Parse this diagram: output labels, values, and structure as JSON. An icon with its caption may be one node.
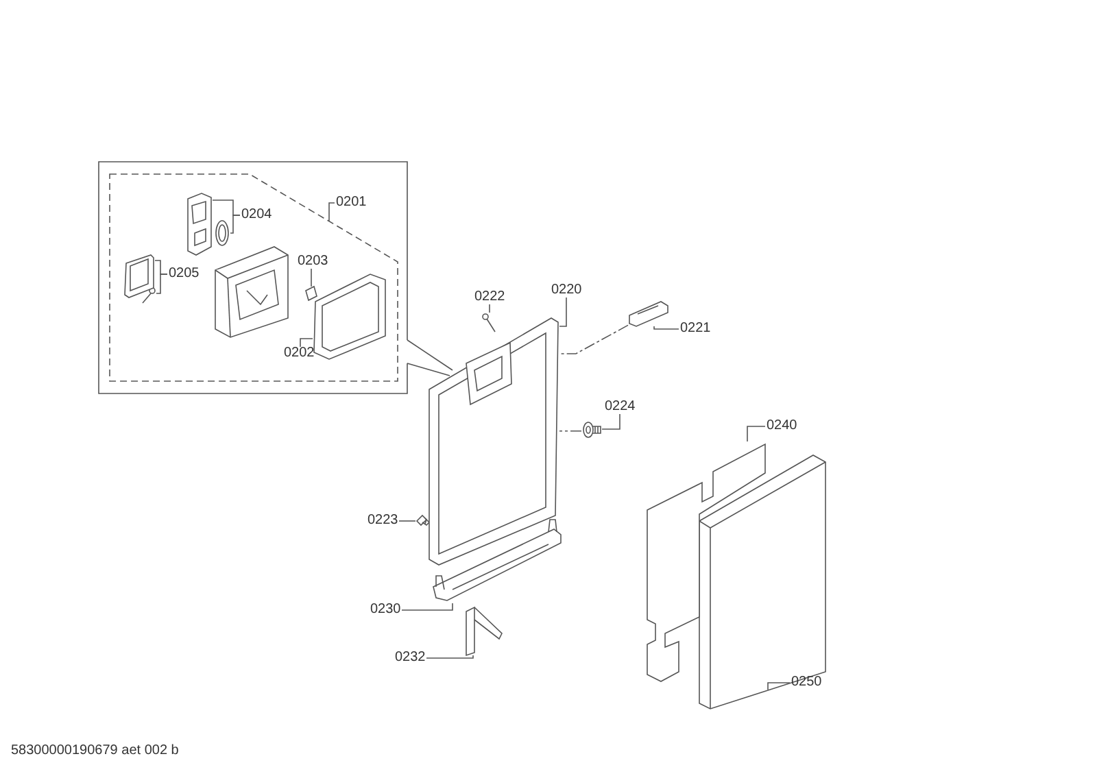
{
  "diagram": {
    "nodes": [
      {
        "text": [
          "0204"
        ]
      },
      {
        "text": [],
        "shape": "picture"
      },
      {
        "text": [],
        "shape": "picture"
      },
      {
        "text": [
          "0201"
        ]
      },
      {
        "text": [
          "0205"
        ]
      },
      {
        "text": [],
        "shape": "picture"
      },
      {
        "text": [],
        "shape": "picture"
      },
      {
        "text": [
          "0203"
        ]
      },
      {
        "text": [],
        "shape": "picture"
      },
      {
        "text": [
          "0202"
        ]
      },
      {
        "text": [],
        "shape": "picture"
      },
      {
        "text": [
          "0222"
        ]
      },
      {
        "text": [],
        "shape": "picture"
      },
      {
        "text": [
          "0220"
        ]
      },
      {
        "text": [],
        "shape": "picture"
      },
      {
        "text": [
          "0221"
        ]
      },
      {
        "text": [],
        "shape": "picture"
      },
      {
        "text": [
          "0224"
        ]
      },
      {
        "text": [],
        "shape": "picture"
      },
      {
        "text": [
          "0223"
        ]
      },
      {
        "text": [],
        "shape": "picture"
      },
      {
        "text": [
          "0230"
        ]
      },
      {
        "text": [],
        "shape": "picture"
      },
      {
        "text": [
          "0232"
        ]
      },
      {
        "text": [],
        "shape": "picture"
      },
      {
        "text": [
          "0240"
        ]
      },
      {
        "text": [],
        "shape": "picture"
      },
      {
        "text": [
          "0250"
        ]
      },
      {
        "text": [],
        "shape": "picture"
      }
    ],
    "edges": [
      {
        "from": 0,
        "to": 1,
        "arrow": "none"
      },
      {
        "from": 0,
        "to": 2,
        "arrow": "none"
      },
      {
        "from": 3,
        "to": null,
        "arrow": "none"
      },
      {
        "from": 4,
        "to": 5,
        "arrow": "none"
      },
      {
        "from": 4,
        "to": 6,
        "arrow": "none"
      },
      {
        "from": 7,
        "to": 8,
        "arrow": "none"
      },
      {
        "from": 9,
        "to": 10,
        "arrow": "none"
      },
      {
        "from": 11,
        "to": 12,
        "arrow": "none"
      },
      {
        "from": 13,
        "to": 14,
        "arrow": "none"
      },
      {
        "from": 15,
        "to": 16,
        "arrow": "none"
      },
      {
        "from": 17,
        "to": 18,
        "arrow": "none"
      },
      {
        "from": 19,
        "to": 20,
        "arrow": "none"
      },
      {
        "from": 21,
        "to": 22,
        "arrow": "none"
      },
      {
        "from": 23,
        "to": 24,
        "arrow": "none"
      },
      {
        "from": 25,
        "to": 26,
        "arrow": "none"
      },
      {
        "from": 27,
        "to": 28,
        "arrow": "none"
      },
      {
        "from": 16,
        "to": 14,
        "arrow": "none",
        "style": "dashed"
      },
      {
        "from": 18,
        "to": 14,
        "arrow": "none",
        "style": "dashed"
      }
    ],
    "labels": [
      "58300000190679 aet 002 b"
    ]
  }
}
